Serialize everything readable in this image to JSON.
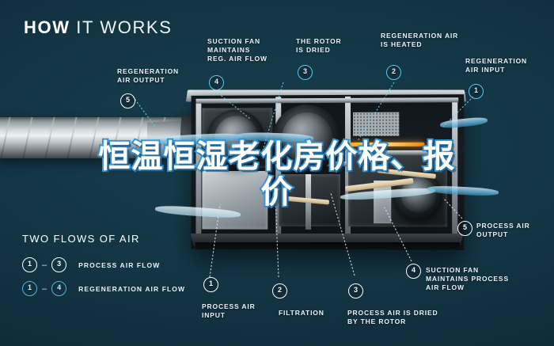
{
  "title": {
    "bold": "HOW",
    "light": "IT WORKS"
  },
  "colors": {
    "background": "#10303c",
    "accent_cyan": "#5ec8e8",
    "text": "#eaf2f6",
    "overlay_stroke": "#2f8fd0",
    "heater_glow": "#f5a623"
  },
  "overlay": {
    "line1": "恒温恒湿老化房价格、报",
    "line2": "价"
  },
  "callouts": [
    {
      "id": "regeneration-air-output",
      "marker": "5",
      "marker_style": "white",
      "text": "REGENERATION\nAIR OUTPUT"
    },
    {
      "id": "suction-fan-reg",
      "marker": "4",
      "marker_style": "cyan",
      "text": "SUCTION FAN\nMAINTAINS\nREG. AIR FLOW"
    },
    {
      "id": "the-rotor-is-dried",
      "marker": "3",
      "marker_style": "cyan",
      "text": "THE ROTOR\nIS DRIED"
    },
    {
      "id": "regeneration-air-heated",
      "marker": "2",
      "marker_style": "cyan",
      "text": "REGENERATION AIR\nIS HEATED"
    },
    {
      "id": "regeneration-air-input",
      "marker": "1",
      "marker_style": "cyan",
      "text": "REGENERATION\nAIR INPUT"
    },
    {
      "id": "process-air-output",
      "marker": "5",
      "marker_style": "white",
      "text": "PROCESS AIR\nOUTPUT"
    },
    {
      "id": "suction-fan-process",
      "marker": "4",
      "marker_style": "white",
      "text": "SUCTION FAN\nMAINTAINS PROCESS\nAIR FLOW"
    },
    {
      "id": "process-air-dried",
      "marker": "3",
      "marker_style": "white",
      "text": "PROCESS AIR IS DRIED\nBY THE ROTOR"
    },
    {
      "id": "filtration",
      "marker": "2",
      "marker_style": "white",
      "text": "FILTRATION"
    },
    {
      "id": "process-air-input",
      "marker": "1",
      "marker_style": "white",
      "text": "PROCESS AIR\nINPUT"
    }
  ],
  "legend": {
    "heading": "TWO FLOWS OF AIR",
    "rows": [
      {
        "from": "1",
        "to": "3",
        "dash": "–",
        "label": "PROCESS AIR FLOW",
        "style": "white"
      },
      {
        "from": "1",
        "to": "4",
        "dash": "–",
        "label": "REGENERATION AIR FLOW",
        "style": "cyan"
      }
    ]
  },
  "illustration": {
    "subject": "cutaway-desiccant-dehumidifier",
    "duct_label": "spiral-wound-duct"
  }
}
